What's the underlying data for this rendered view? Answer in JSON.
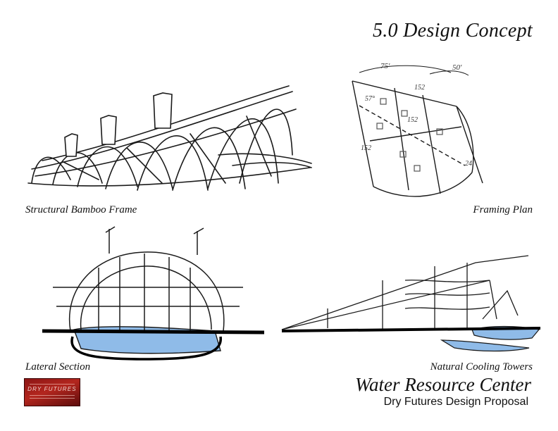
{
  "header": {
    "title": "5.0  Design Concept"
  },
  "panels": {
    "frame": {
      "caption": "Structural Bamboo Frame"
    },
    "plan": {
      "caption": "Framing Plan",
      "dimensions": [
        "75'",
        "50'",
        "152",
        "57°",
        "152",
        "152",
        "24"
      ]
    },
    "section": {
      "caption": "Lateral Section"
    },
    "towers": {
      "caption": "Natural Cooling Towers"
    }
  },
  "logo": {
    "text": "DRY FUTURES"
  },
  "footer": {
    "org_title": "Water Resource Center",
    "subtitle": "Dry Futures Design Proposal"
  },
  "colors": {
    "water": "#8fbbe8",
    "logo_red": "#b3261e"
  }
}
